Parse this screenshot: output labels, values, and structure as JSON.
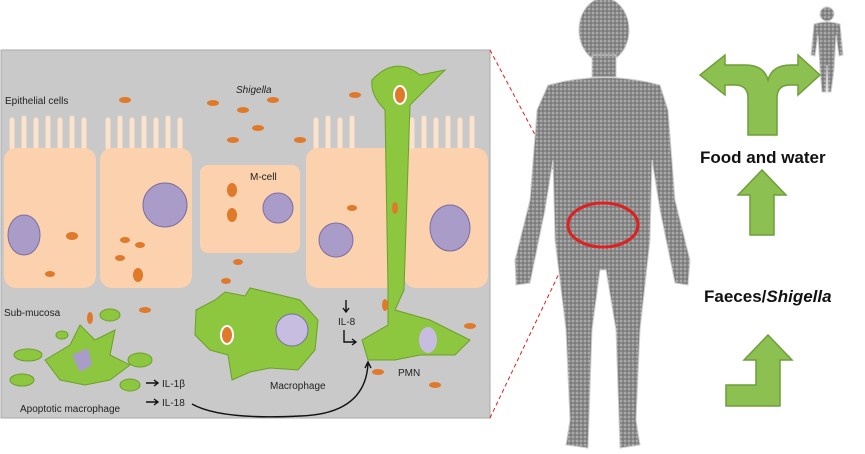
{
  "panel_labels": {
    "epithelial": "Epithelial cells",
    "shigella": "Shigella",
    "mcell": "M-cell",
    "submucosa": "Sub-mucosa",
    "il8": "IL-8",
    "pmn": "PMN",
    "macrophage": "Macrophage",
    "il1b": "IL-1β",
    "il18": "IL-18",
    "apoptotic": "Apoptotic macrophage"
  },
  "cycle": {
    "food_water": "Food and water",
    "faeces": "Faeces/",
    "shigella": "Shigella"
  },
  "colors": {
    "panel": "#c8c8c8",
    "cell": "#fcd1ae",
    "green": "#8dc63f",
    "bacteria": "#e07a2a",
    "nucleus": "#a99cc8",
    "arrow": "#8cc152",
    "ring": "#e02020"
  }
}
